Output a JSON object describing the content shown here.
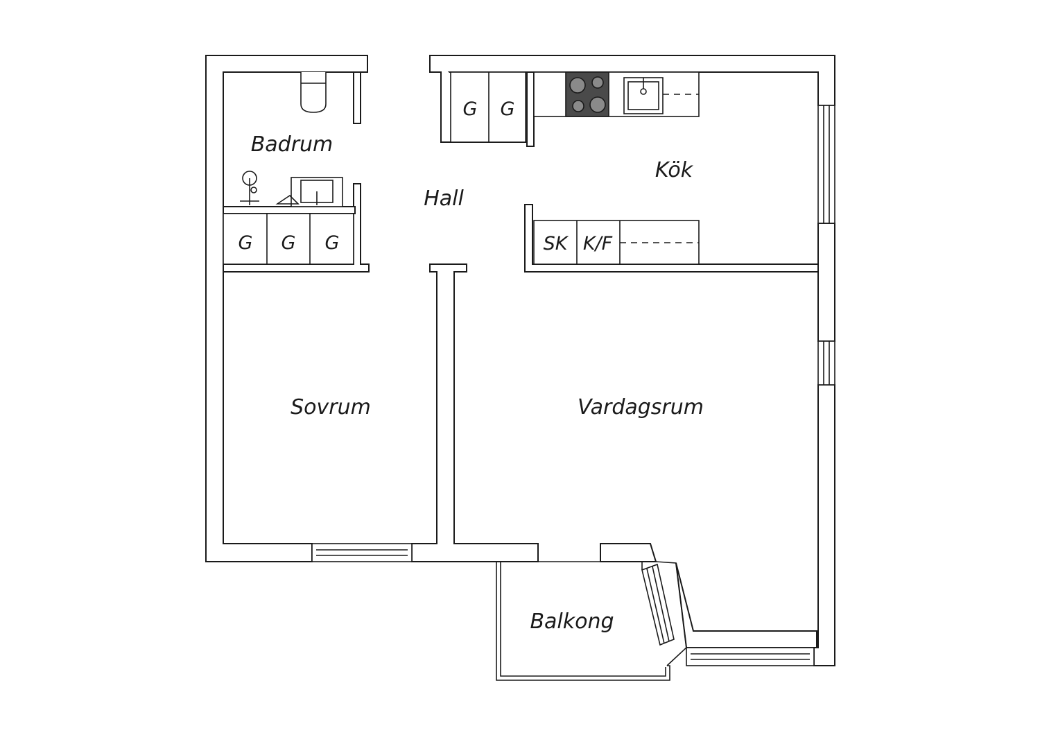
{
  "floorplan": {
    "rooms": {
      "badrum": "Badrum",
      "hall": "Hall",
      "kok": "Kök",
      "sovrum": "Sovrum",
      "vardagsrum": "Vardagsrum",
      "balkong": "Balkong"
    },
    "fixtures": {
      "wardrobe_label": "G",
      "freezer_label": "SK",
      "fridge_freezer_label": "K/F"
    },
    "colors": {
      "line": "#1a1a1a",
      "background": "#ffffff",
      "stove": "#4a4a4a"
    }
  }
}
